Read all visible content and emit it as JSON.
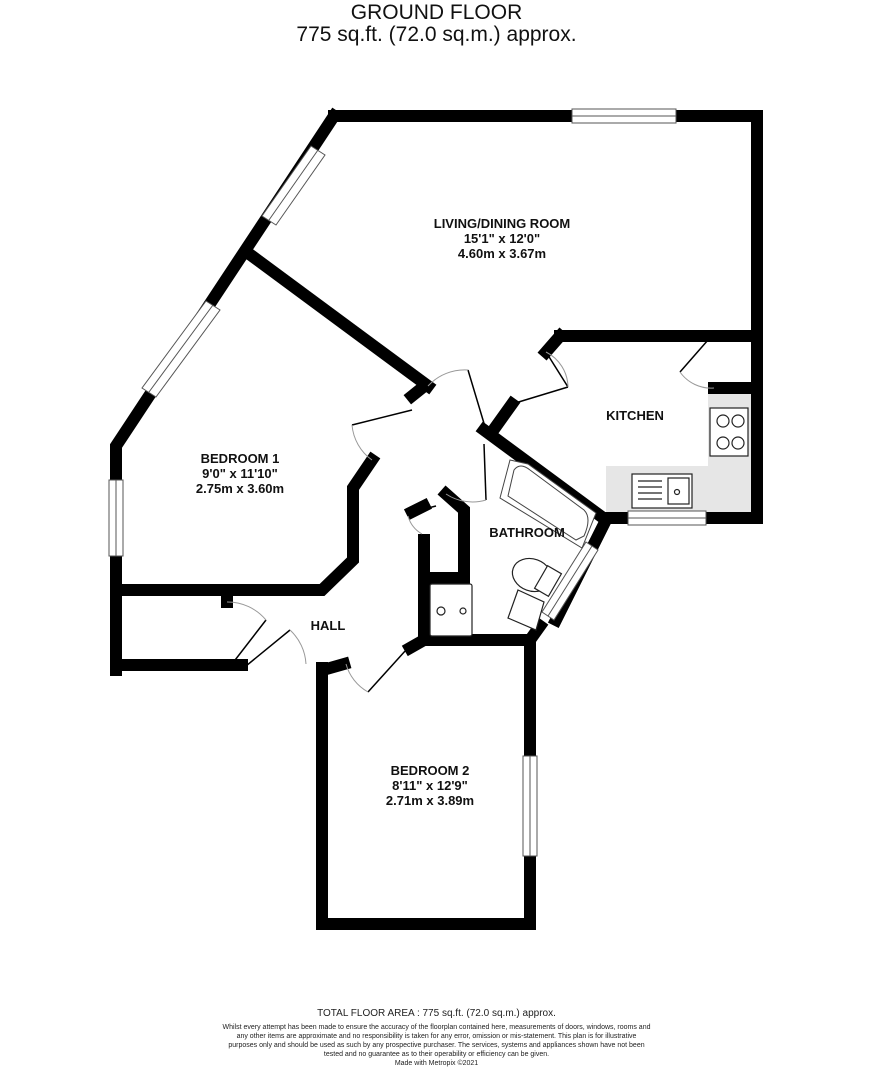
{
  "header": {
    "title": "GROUND FLOOR",
    "area": "775 sq.ft. (72.0 sq.m.) approx."
  },
  "rooms": {
    "living": {
      "name": "LIVING/DINING ROOM",
      "imperial": "15'1\"  x 12'0\"",
      "metric": "4.60m  x 3.67m"
    },
    "bedroom1": {
      "name": "BEDROOM 1",
      "imperial": "9'0\"  x 11'10\"",
      "metric": "2.75m  x 3.60m"
    },
    "bedroom2": {
      "name": "BEDROOM 2",
      "imperial": "8'11\"  x 12'9\"",
      "metric": "2.71m  x 3.89m"
    },
    "kitchen": {
      "name": "KITCHEN"
    },
    "bathroom": {
      "name": "BATHROOM"
    },
    "hall": {
      "name": "HALL"
    }
  },
  "fixtures": [
    "window-icon",
    "door-swing-icon",
    "hob-icon",
    "sink-icon",
    "bath-icon",
    "toilet-icon",
    "basin-icon",
    "shower-icon"
  ],
  "colors": {
    "wall": "#000000",
    "worktop": "#e6e6e6",
    "background": "#ffffff"
  },
  "footer": {
    "total": "TOTAL FLOOR AREA : 775 sq.ft. (72.0 sq.m.) approx.",
    "disclaimer": "Whilst every attempt has been made to ensure the accuracy of the floorplan contained here, measurements of doors, windows, rooms and any other items are approximate and no responsibility is taken for any error, omission or mis-statement. This plan is for illustrative purposes only and should be used as such by any prospective purchaser. The services, systems and appliances shown have not been tested and no guarantee as to their operability or efficiency can be given.",
    "made_with": "Made with Metropix ©2021"
  }
}
